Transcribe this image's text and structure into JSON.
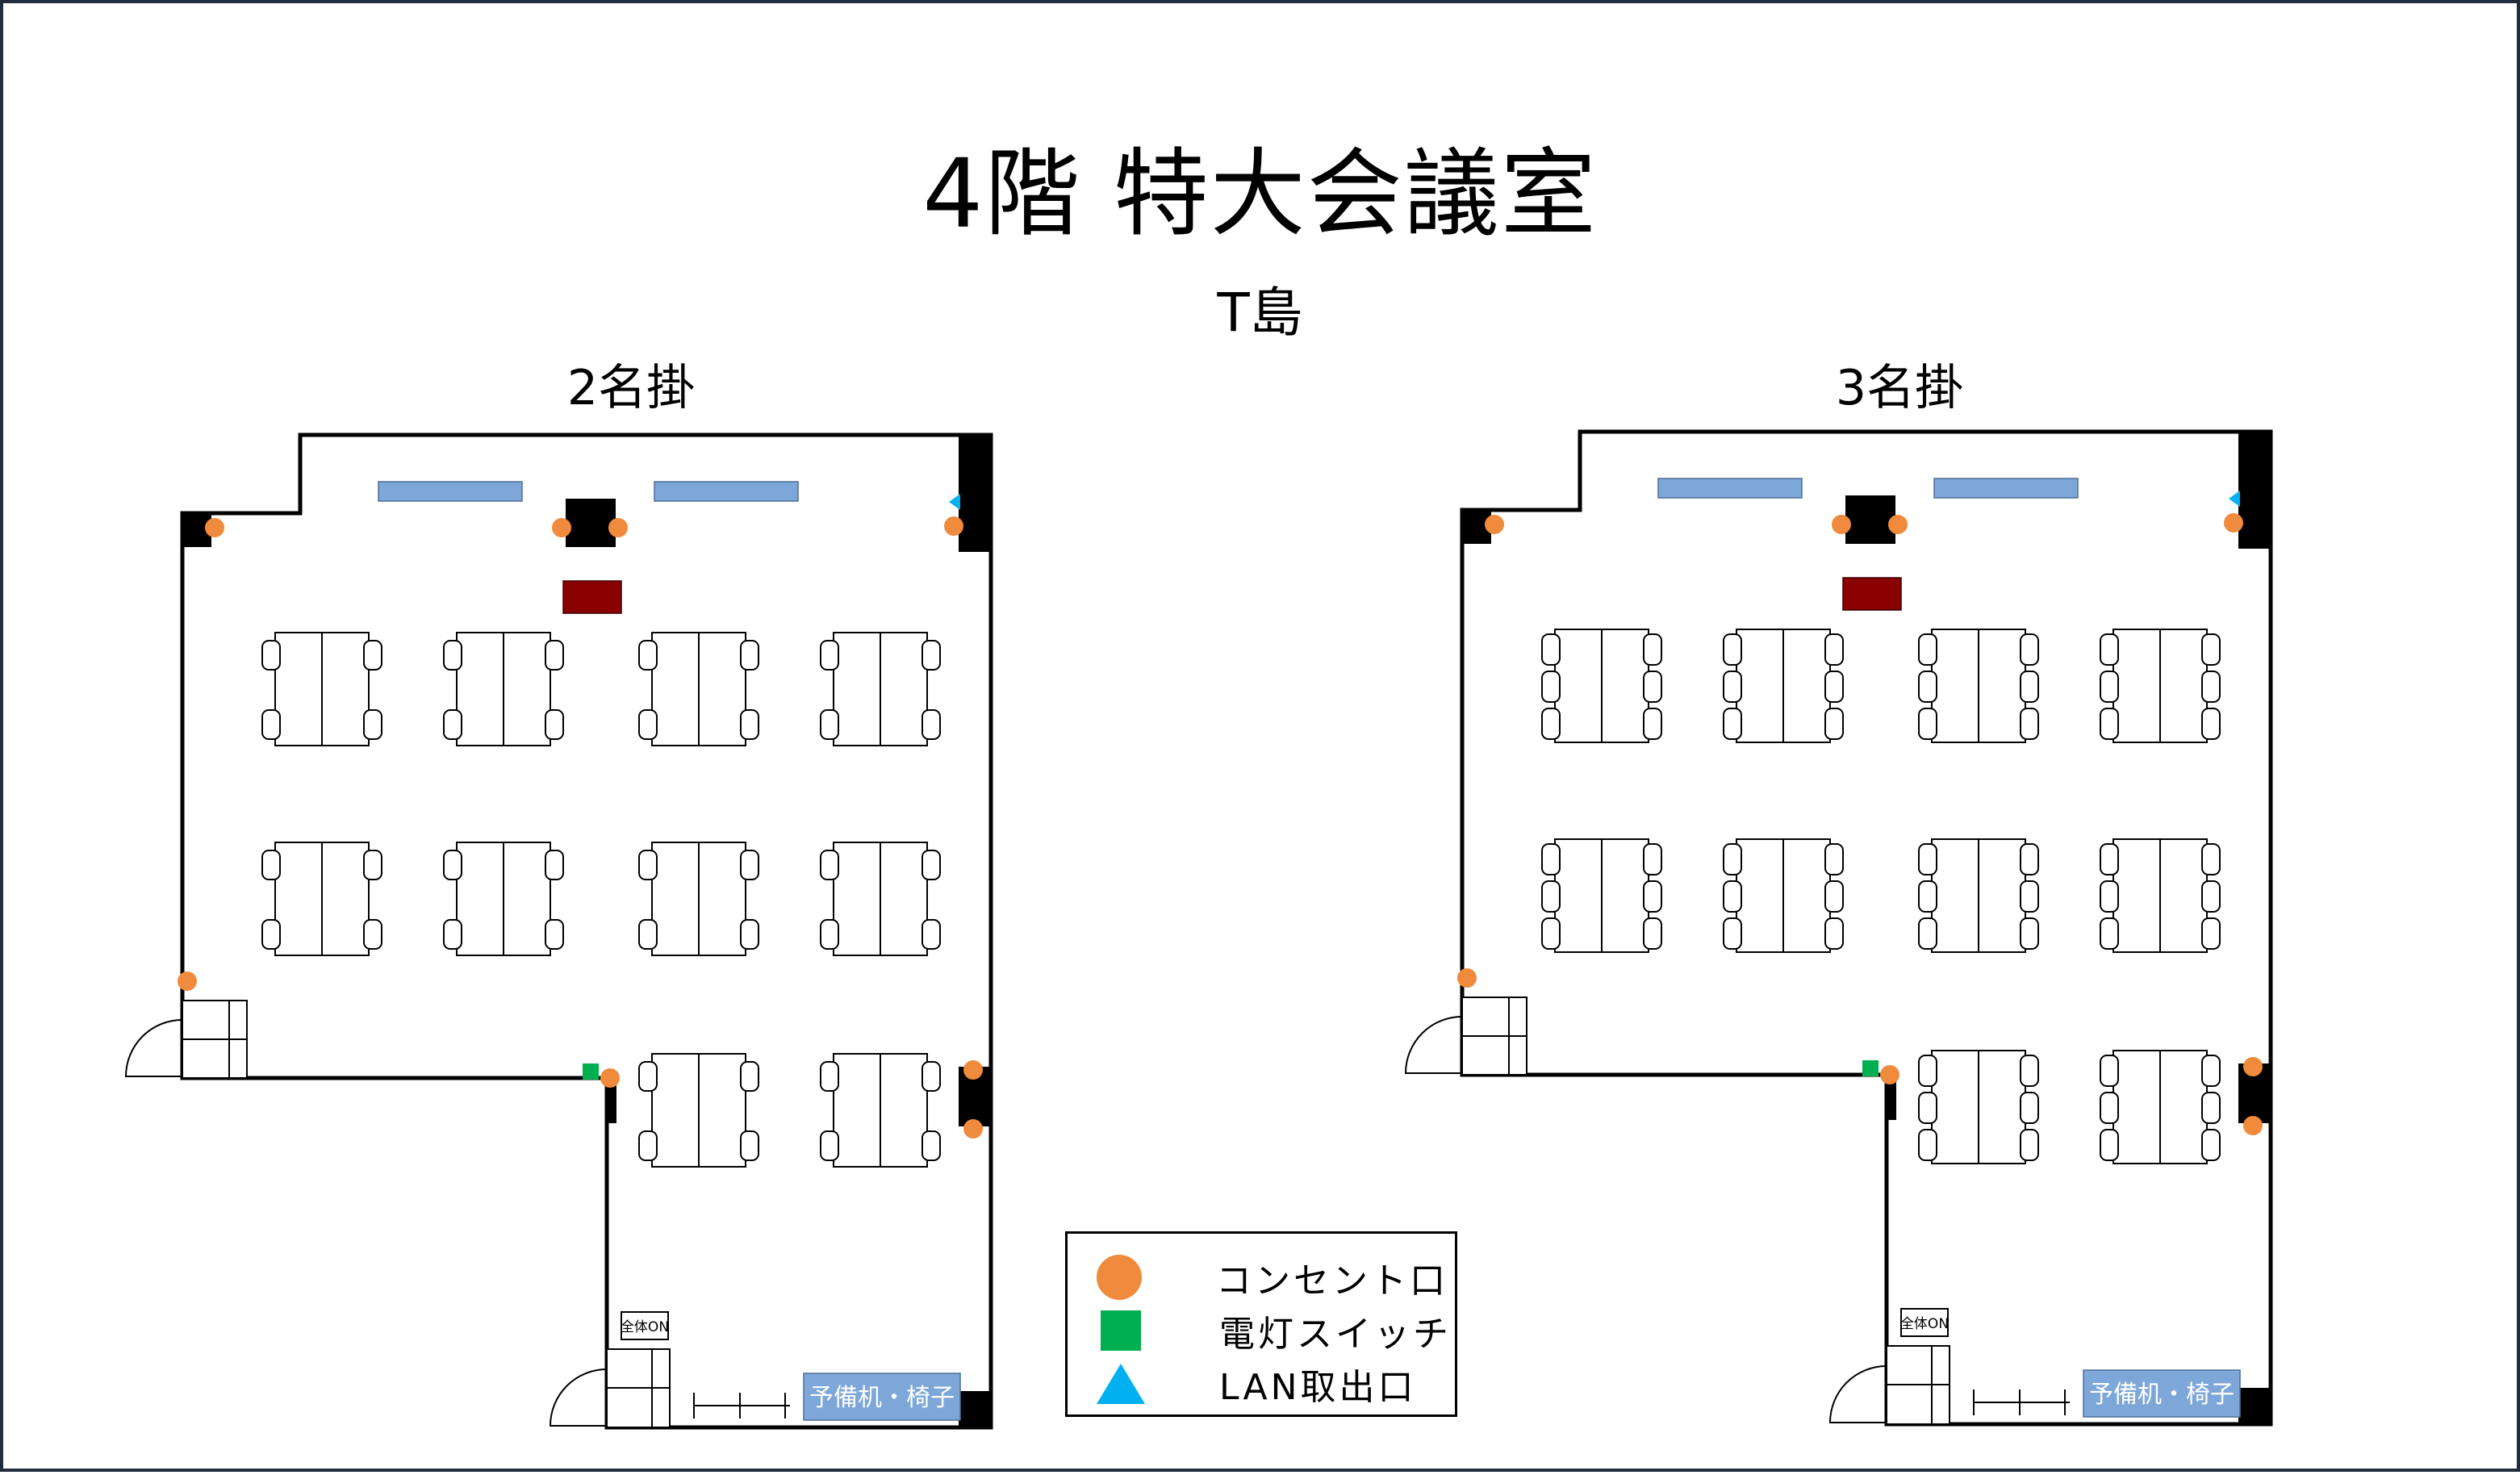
{
  "title": "4階 特大会議室",
  "layout_name": "T島",
  "plans": [
    {
      "label": "2名掛",
      "seats_per_side": 2
    },
    {
      "label": "3名掛",
      "seats_per_side": 3
    }
  ],
  "room": {
    "storage_label": "予備机・椅子",
    "small_box_label": "全体ON"
  },
  "legend": [
    {
      "symbol": "orange-circle",
      "label": "コンセント口"
    },
    {
      "symbol": "green-square",
      "label": "電灯スイッチ"
    },
    {
      "symbol": "blue-triangle",
      "label": "LAN取出口"
    }
  ],
  "colors": {
    "outlet": "#f08a3c",
    "switch": "#00b050",
    "lan": "#00b0f0",
    "screen": "#7da7d9",
    "podium": "#8b0000",
    "wall": "#000000",
    "frame": "#1f2d3d"
  }
}
